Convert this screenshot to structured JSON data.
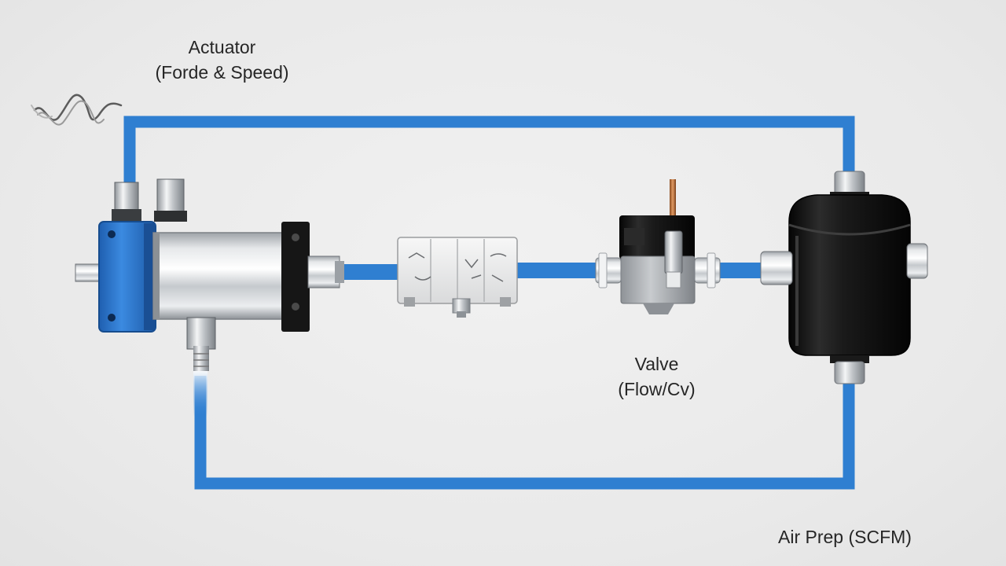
{
  "diagram": {
    "actuator": {
      "name": "Actuator",
      "detail": "(Forde & Speed)"
    },
    "valve": {
      "name": "Valve",
      "detail": "(Flow/Cv)"
    },
    "air_prep": {
      "name": "Air Prep (SCFM)"
    }
  },
  "colors": {
    "background": "#ebebeb",
    "pipe": "#2f7fd1",
    "actuator_cap": "#2b78d0",
    "filter_body": "#161616",
    "text": "#262626"
  },
  "icons": [
    "actuator-cylinder-icon",
    "manifold-block-icon",
    "solenoid-valve-icon",
    "filter-regulator-icon",
    "air-exhaust-icon"
  ]
}
